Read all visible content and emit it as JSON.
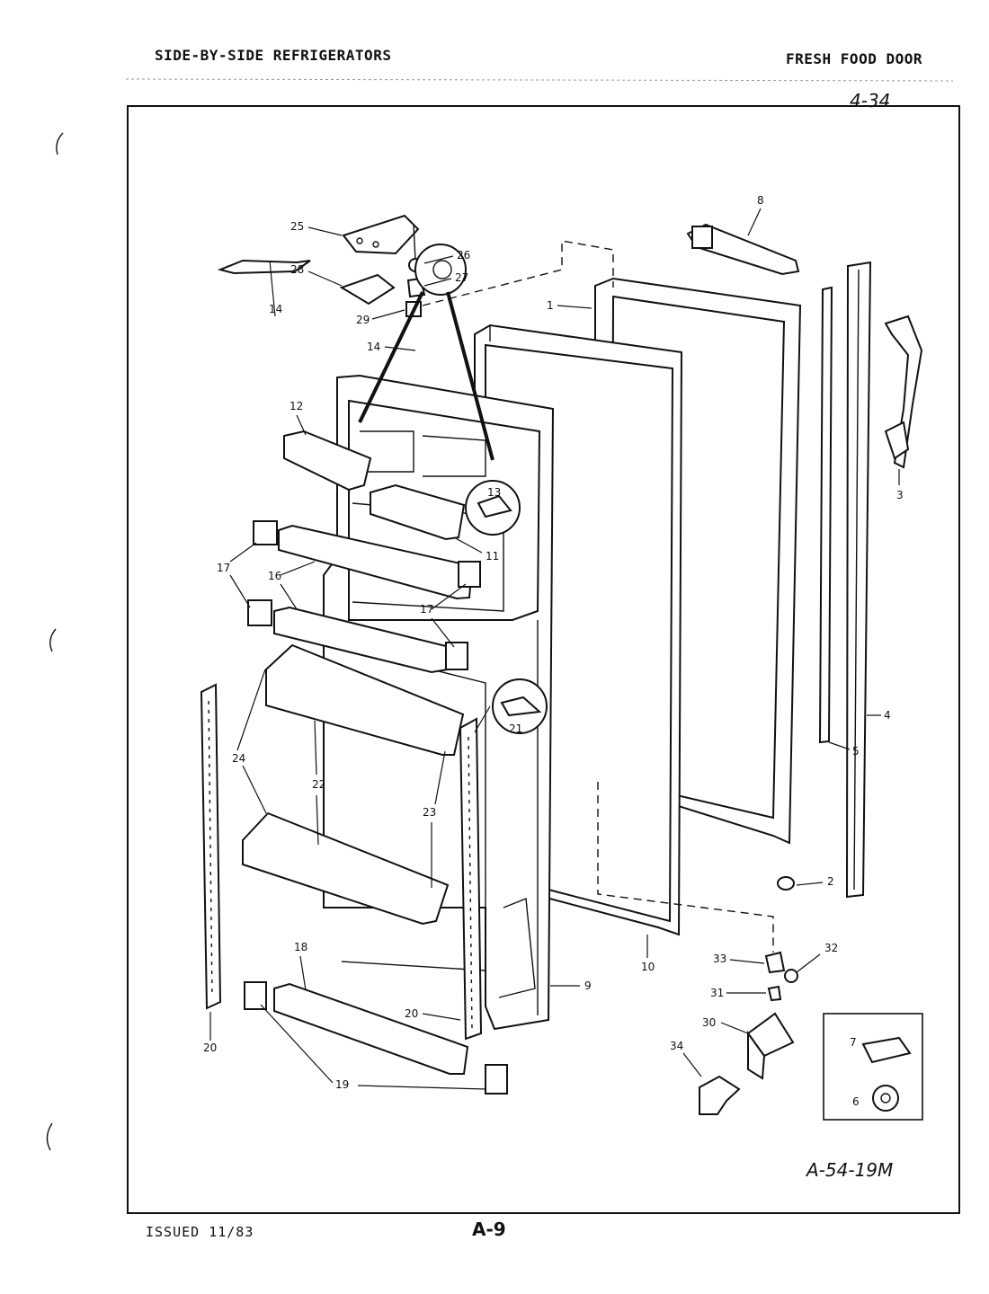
{
  "header": {
    "left_title": "SIDE-BY-SIDE REFRIGERATORS",
    "right_title": "FRESH FOOD DOOR",
    "handwritten_page": "4-34"
  },
  "footer": {
    "issued": "ISSUED 11/83",
    "page_code": "A-9",
    "drawing_number": "A-54-19M"
  },
  "callouts": [
    {
      "id": "c1",
      "number": "1"
    },
    {
      "id": "c2",
      "number": "2"
    },
    {
      "id": "c3",
      "number": "3"
    },
    {
      "id": "c4",
      "number": "4"
    },
    {
      "id": "c5",
      "number": "5"
    },
    {
      "id": "c6",
      "number": "6"
    },
    {
      "id": "c7",
      "number": "7"
    },
    {
      "id": "c8",
      "number": "8"
    },
    {
      "id": "c9",
      "number": "9"
    },
    {
      "id": "c10",
      "number": "10"
    },
    {
      "id": "c11",
      "number": "11"
    },
    {
      "id": "c12",
      "number": "12"
    },
    {
      "id": "c13",
      "number": "13"
    },
    {
      "id": "c14a",
      "number": "14"
    },
    {
      "id": "c14b",
      "number": "14"
    },
    {
      "id": "c16",
      "number": "16"
    },
    {
      "id": "c17a",
      "number": "17"
    },
    {
      "id": "c17b",
      "number": "17"
    },
    {
      "id": "c18",
      "number": "18"
    },
    {
      "id": "c19",
      "number": "19"
    },
    {
      "id": "c20a",
      "number": "20"
    },
    {
      "id": "c20b",
      "number": "20"
    },
    {
      "id": "c21",
      "number": "21"
    },
    {
      "id": "c22",
      "number": "22"
    },
    {
      "id": "c23",
      "number": "23"
    },
    {
      "id": "c24",
      "number": "24"
    },
    {
      "id": "c25",
      "number": "25"
    },
    {
      "id": "c26",
      "number": "26"
    },
    {
      "id": "c27",
      "number": "27"
    },
    {
      "id": "c28",
      "number": "28"
    },
    {
      "id": "c29",
      "number": "29"
    },
    {
      "id": "c30",
      "number": "30"
    },
    {
      "id": "c31",
      "number": "31"
    },
    {
      "id": "c32",
      "number": "32"
    },
    {
      "id": "c33",
      "number": "33"
    },
    {
      "id": "c34",
      "number": "34"
    }
  ]
}
